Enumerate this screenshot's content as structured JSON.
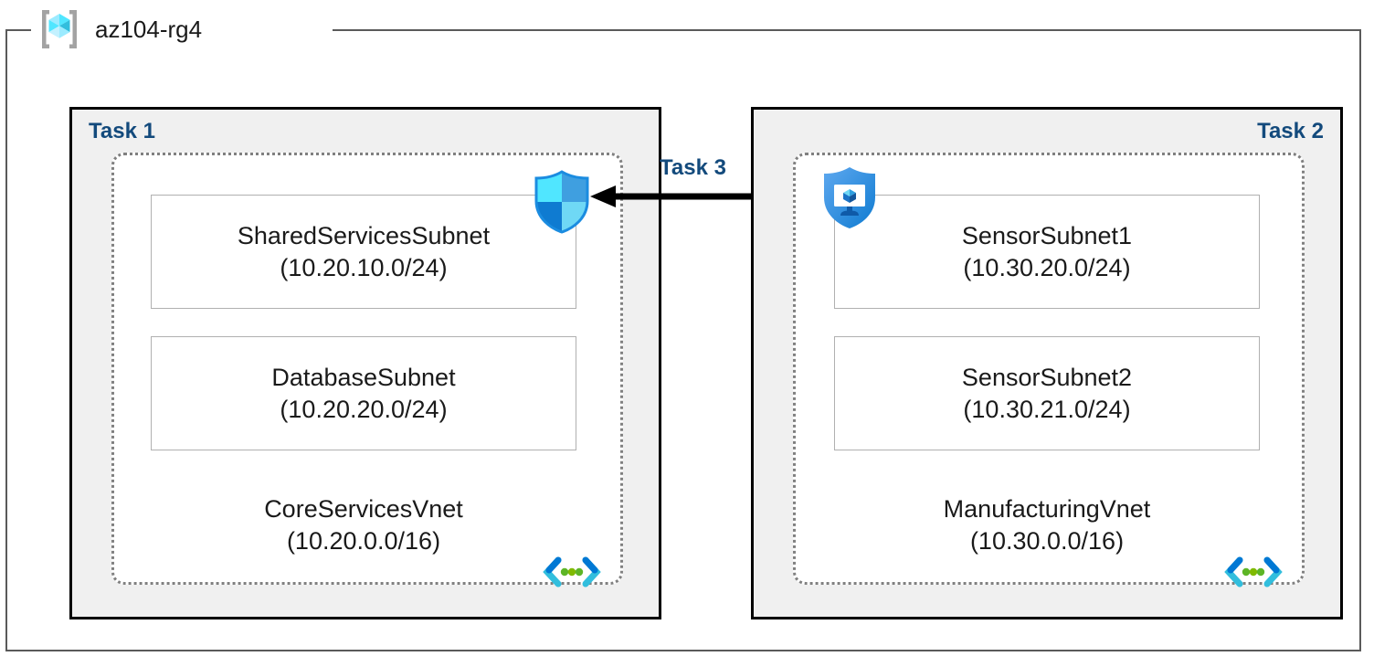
{
  "diagram": {
    "resource_group": {
      "name": "az104-rg4",
      "icon": "azure-resource-group-icon"
    },
    "tasks": [
      {
        "id": "task1",
        "label": "Task 1",
        "align": "left"
      },
      {
        "id": "task2",
        "label": "Task 2",
        "align": "right"
      },
      {
        "id": "task3",
        "label": "Task 3"
      }
    ],
    "vnets": [
      {
        "id": "vnet1",
        "name": "CoreServicesVnet",
        "cidr": "(10.20.0.0/16)",
        "icon": "virtual-network-icon",
        "task": "Task 1",
        "subnets": [
          {
            "name": "SharedServicesSubnet",
            "cidr": "(10.20.10.0/24)"
          },
          {
            "name": "DatabaseSubnet",
            "cidr": "(10.20.20.0/24)"
          }
        ]
      },
      {
        "id": "vnet2",
        "name": "ManufacturingVnet",
        "cidr": "(10.30.0.0/16)",
        "icon": "virtual-network-icon",
        "task": "Task 2",
        "subnets": [
          {
            "name": "SensorSubnet1",
            "cidr": "(10.30.20.0/24)"
          },
          {
            "name": "SensorSubnet2",
            "cidr": "(10.30.21.0/24)"
          }
        ]
      }
    ],
    "icons": {
      "firewall": "azure-firewall-shield-icon",
      "defender": "azure-defender-shield-monitor-icon",
      "vnet": "virtual-network-brackets-icon",
      "resource_group": "azure-resource-group-cube-icon"
    },
    "connection": {
      "label": "Task 3",
      "direction": "right-to-left",
      "from": "ManufacturingVnet",
      "to": "CoreServicesVnet"
    },
    "colors": {
      "task_label": "#134a7c",
      "task_box_fill": "#f0f0f0",
      "task_box_border": "#000000",
      "vnet_border": "#808080",
      "subnet_border": "#b0b0b0",
      "frame_border": "#5a5a5a",
      "azure_blue": "#0078d4",
      "cyan": "#50e6ff",
      "green_dot": "#5db526",
      "arrow": "#000000"
    }
  }
}
